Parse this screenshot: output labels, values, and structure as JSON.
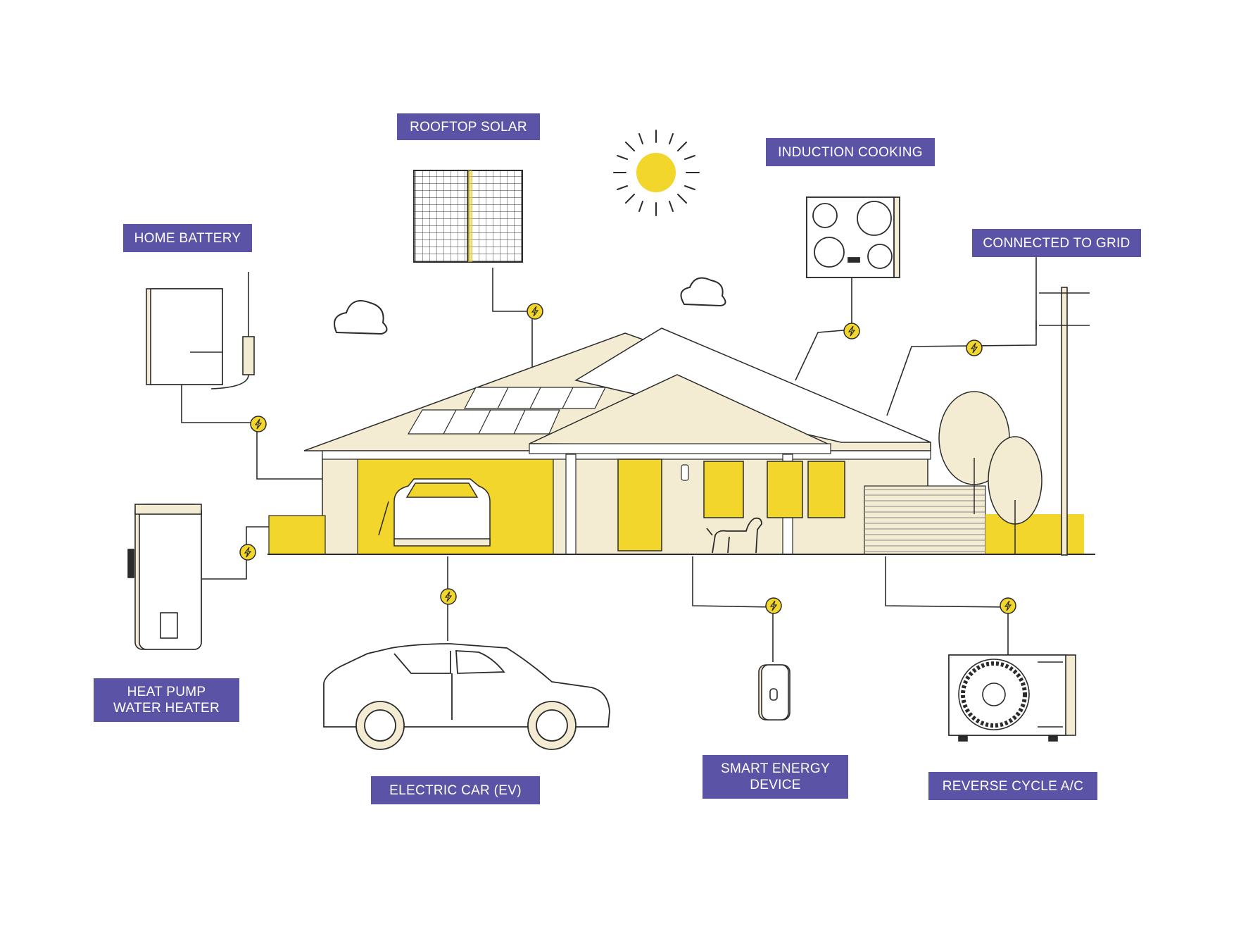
{
  "colors": {
    "label_bg": "#5b54a6",
    "label_fg": "#ffffff",
    "accent_yellow": "#f3d62b",
    "cream": "#f3ecd2",
    "line": "#2b2b2b"
  },
  "labels": {
    "rooftop_solar": "ROOFTOP SOLAR",
    "induction_cooking": "INDUCTION COOKING",
    "home_battery": "HOME BATTERY",
    "connected_to_grid": "CONNECTED TO GRID",
    "heat_pump": "HEAT PUMP\nWATER HEATER",
    "electric_car": "ELECTRIC CAR (EV)",
    "smart_energy": "SMART ENERGY\nDEVICE",
    "reverse_cycle": "REVERSE CYCLE A/C"
  },
  "icons": {
    "connector": "lightning-bolt-icon",
    "sun": "sun-icon",
    "cloud": "cloud-icon"
  }
}
